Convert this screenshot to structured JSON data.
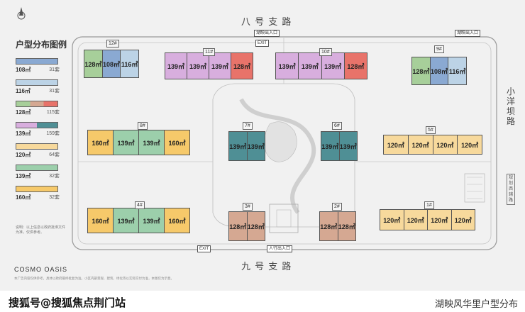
{
  "roads": {
    "north": "八 号 支 路",
    "south": "九 号 支 路",
    "east": "小洋坝路",
    "east_note": "规划西辅路"
  },
  "gates": {
    "north_exit": "EXIT",
    "north_entrance": "湖映出入口",
    "north_east_entrance": "湖映出入口",
    "south_entrance": "人行出入口",
    "south_exit": "EXIT"
  },
  "legend": {
    "title": "户型分布图例",
    "rows": [
      {
        "area": "108㎡",
        "count": "31套",
        "colors": [
          "#8aa9d2"
        ]
      },
      {
        "area": "116㎡",
        "count": "31套",
        "colors": [
          "#bcd3e6"
        ]
      },
      {
        "area": "128㎡",
        "count": "115套",
        "colors": [
          "#a7cf9a",
          "#d5a892",
          "#e8736a"
        ]
      },
      {
        "area": "139㎡",
        "count": "159套",
        "colors": [
          "#d8aede",
          "#4f8f95"
        ]
      },
      {
        "area": "120㎡",
        "count": "64套",
        "colors": [
          "#f7d99c"
        ]
      },
      {
        "area": "139㎡",
        "count": "32套",
        "colors": [
          "#9ccfab"
        ]
      },
      {
        "area": "160㎡",
        "count": "32套",
        "colors": [
          "#f6c96a"
        ]
      }
    ],
    "note": "说明：以上信息以政府批准文件为准，仅供参考。"
  },
  "buildings": [
    {
      "num": "12#",
      "units": [
        "128㎡",
        "108㎡",
        "116㎡"
      ],
      "colors": [
        "#a7cf9a",
        "#8aa9d2",
        "#bcd3e6"
      ]
    },
    {
      "num": "11#",
      "units": [
        "139㎡",
        "139㎡",
        "139㎡",
        "128㎡"
      ],
      "colors": [
        "#d8aede",
        "#d8aede",
        "#d8aede",
        "#e8736a"
      ]
    },
    {
      "num": "10#",
      "units": [
        "139㎡",
        "139㎡",
        "139㎡",
        "128㎡"
      ],
      "colors": [
        "#d8aede",
        "#d8aede",
        "#d8aede",
        "#e8736a"
      ]
    },
    {
      "num": "9#",
      "units": [
        "128㎡",
        "108㎡",
        "116㎡"
      ],
      "colors": [
        "#a7cf9a",
        "#8aa9d2",
        "#bcd3e6"
      ]
    },
    {
      "num": "8#",
      "units": [
        "160㎡",
        "139㎡",
        "139㎡",
        "160㎡"
      ],
      "colors": [
        "#f6c96a",
        "#9ccfab",
        "#9ccfab",
        "#f6c96a"
      ]
    },
    {
      "num": "7#",
      "units": [
        "139㎡",
        "139㎡"
      ],
      "colors": [
        "#4f8f95",
        "#4f8f95"
      ]
    },
    {
      "num": "6#",
      "units": [
        "139㎡",
        "139㎡"
      ],
      "colors": [
        "#4f8f95",
        "#4f8f95"
      ]
    },
    {
      "num": "5#",
      "units": [
        "120㎡",
        "120㎡",
        "120㎡",
        "120㎡"
      ],
      "colors": [
        "#f7d99c",
        "#f7d99c",
        "#f7d99c",
        "#f7d99c"
      ]
    },
    {
      "num": "4#",
      "units": [
        "160㎡",
        "139㎡",
        "139㎡",
        "160㎡"
      ],
      "colors": [
        "#f6c96a",
        "#9ccfab",
        "#9ccfab",
        "#f6c96a"
      ]
    },
    {
      "num": "3#",
      "units": [
        "128㎡",
        "128㎡"
      ],
      "colors": [
        "#d5a892",
        "#d5a892"
      ]
    },
    {
      "num": "2#",
      "units": [
        "128㎡",
        "128㎡"
      ],
      "colors": [
        "#d5a892",
        "#d5a892"
      ]
    },
    {
      "num": "1#",
      "units": [
        "120㎡",
        "120㎡",
        "120㎡",
        "120㎡"
      ],
      "colors": [
        "#f7d99c",
        "#f7d99c",
        "#f7d99c",
        "#f7d99c"
      ]
    }
  ],
  "brand": "COSMO OASIS",
  "footnote": "本广告内容仅供参考，具体以政府最终批复为准。小区内部景观、建筑、绿化等以实际交付为准，本图仅为示意。",
  "caption": {
    "left": "搜狐号@搜狐焦点荆门站",
    "right": "湖映风华里户型分布"
  }
}
